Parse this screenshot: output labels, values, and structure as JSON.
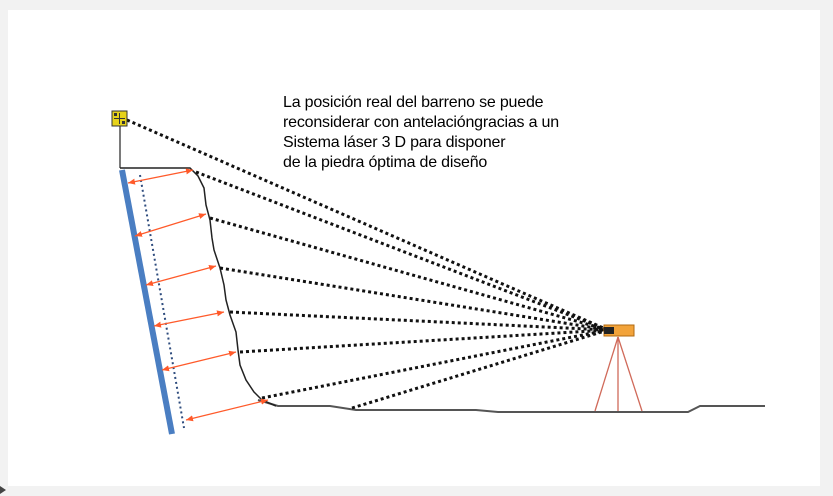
{
  "caption": {
    "lines": [
      "La posición real del barreno se puede",
      "reconsiderar con antelacióngracias a un",
      "Sistema láser 3 D para disponer",
      "de la piedra óptima de diseño"
    ]
  },
  "colors": {
    "background": "#f2f2f2",
    "panel": "#ffffff",
    "ground_line": "#555555",
    "face_line": "#222222",
    "scan_rays": "#111111",
    "borehole": "#4a7ec2",
    "borehole_dotted": "#2e4c7e",
    "burden_arrows": "#ff5a2a",
    "tripod": "#d06a5a",
    "scanner": "#f2a33a",
    "target_marker": "#e6d21a"
  },
  "icons": {
    "scanner": "laser-scanner-icon",
    "target": "survey-target-icon"
  }
}
